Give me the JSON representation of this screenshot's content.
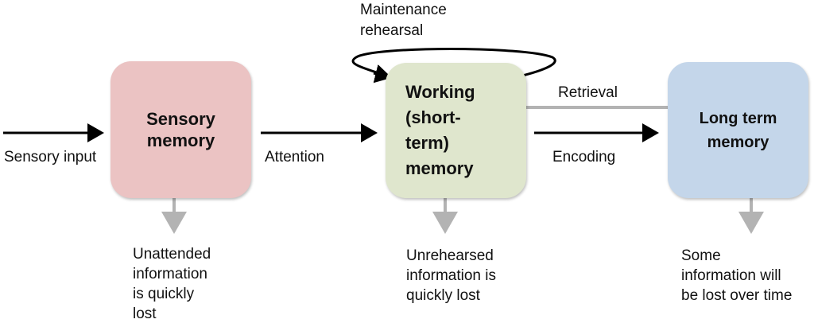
{
  "boxes": {
    "sensory": {
      "line1": "Sensory",
      "line2": "memory",
      "color": "#ebc3c3"
    },
    "working": {
      "line1": "Working",
      "line2": "(short-",
      "line3": "term)",
      "line4": "memory",
      "color": "#dfe6cd"
    },
    "long_term": {
      "line1": "Long term",
      "line2": "memory",
      "color": "#c4d6ea"
    }
  },
  "labels": {
    "sensory_input": "Sensory input",
    "attention": "Attention",
    "encoding": "Encoding",
    "retrieval": "Retrieval",
    "maintenance_line1": "Maintenance",
    "maintenance_line2": "rehearsal"
  },
  "notes": {
    "sensory": {
      "line1": "Unattended",
      "line2": "information",
      "line3": "is quickly",
      "line4": "lost"
    },
    "working": {
      "line1": "Unrehearsed",
      "line2": "information is",
      "line3": "quickly lost"
    },
    "long_term": {
      "line1": "Some",
      "line2": "information will",
      "line3": "be lost over time"
    }
  },
  "colors": {
    "arrow_main": "#000000",
    "arrow_loss": "#b3b3b3"
  }
}
